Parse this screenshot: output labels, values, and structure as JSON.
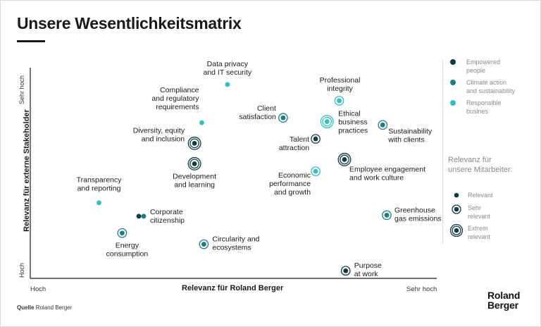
{
  "title": "Unsere Wesentlichkeitsmatrix",
  "source_label": "Quelle",
  "source_text": "Roland Berger",
  "logo_line1": "Roland",
  "logo_line2": "Berger",
  "colors": {
    "dark": "#0f3b45",
    "teal": "#1b7d83",
    "light": "#2fc1c1"
  },
  "legend": {
    "groups": [
      {
        "label_line1": "Empowered",
        "label_line2": "people",
        "color": "#0f3b45"
      },
      {
        "label_line1": "Climate action",
        "label_line2": "and sustainability",
        "color": "#1b7d83"
      },
      {
        "label_line1": "Responsible",
        "label_line2": "busines",
        "color": "#2fc1c1"
      }
    ],
    "relevance_title_line1": "Relevanz für",
    "relevance_title_line2": "unsere Mitarbeiter:",
    "relevance_levels": [
      {
        "label_line1": "Relevant",
        "label_line2": ""
      },
      {
        "label_line1": "Sehr",
        "label_line2": "relevant"
      },
      {
        "label_line1": "Extrem",
        "label_line2": "relevant"
      }
    ]
  },
  "chart_data": {
    "type": "scatter",
    "title": "Unsere Wesentlichkeitsmatrix",
    "xlabel": "Relevanz für Roland Berger",
    "ylabel": "Relevanz für externe Stakeholder",
    "x_tick_low": "Hoch",
    "x_tick_high": "Sehr hoch",
    "y_tick_low": "Hoch",
    "y_tick_high": "Sehr hoch",
    "xlim": [
      0,
      100
    ],
    "ylim": [
      0,
      100
    ],
    "grid": false,
    "legend_position": "right",
    "points": [
      {
        "name": "Data privacy and IT security",
        "lines": [
          "Data privacy",
          "and IT security"
        ],
        "x": 48.5,
        "y": 92,
        "group": "Responsible busines",
        "relevance": "Relevant"
      },
      {
        "name": "Professional integrity",
        "lines": [
          "Professional",
          "integrity"
        ],
        "x": 76,
        "y": 84.3,
        "group": "Responsible busines",
        "relevance": "Sehr relevant"
      },
      {
        "name": "Compliance and regulatory requirements",
        "lines": [
          "Compliance",
          "and regulatory",
          "requirements"
        ],
        "x": 42.2,
        "y": 73.9,
        "group": "Responsible busines",
        "relevance": "Relevant"
      },
      {
        "name": "Client satisfaction",
        "lines": [
          "Client",
          "satisfaction"
        ],
        "x": 62.2,
        "y": 76.2,
        "group": "Climate action and sustainability",
        "relevance": "Sehr relevant"
      },
      {
        "name": "Ethical business practices",
        "lines": [
          "Ethical",
          "business",
          "practices"
        ],
        "x": 73,
        "y": 74.4,
        "group": "Responsible busines",
        "relevance": "Extrem relevant"
      },
      {
        "name": "Sustainability with clients",
        "lines": [
          "Sustainability",
          "with clients"
        ],
        "x": 86.7,
        "y": 72.8,
        "group": "Climate action and sustainability",
        "relevance": "Sehr relevant"
      },
      {
        "name": "Diversity, equity and inclusion",
        "lines": [
          "Diversity, equity",
          "and inclusion"
        ],
        "x": 40.4,
        "y": 64.1,
        "group": "Empowered people",
        "relevance": "Extrem relevant"
      },
      {
        "name": "Talent attraction",
        "lines": [
          "Talent",
          "attraction"
        ],
        "x": 70.2,
        "y": 66.2,
        "group": "Empowered people",
        "relevance": "Sehr relevant"
      },
      {
        "name": "Development and learning",
        "lines": [
          "Development",
          "and learning"
        ],
        "x": 40.4,
        "y": 54.4,
        "group": "Empowered people",
        "relevance": "Extrem relevant"
      },
      {
        "name": "Employee engagement and work culture",
        "lines": [
          "Employee engagement",
          "and work culture"
        ],
        "x": 77.3,
        "y": 56.4,
        "group": "Empowered people",
        "relevance": "Extrem relevant"
      },
      {
        "name": "Economic performance and growth",
        "lines": [
          "Economic",
          "performance",
          "and growth"
        ],
        "x": 70.2,
        "y": 50.8,
        "group": "Responsible busines",
        "relevance": "Sehr relevant"
      },
      {
        "name": "Transparency and reporting",
        "lines": [
          "Transparency",
          "and reporting"
        ],
        "x": 16.9,
        "y": 35.9,
        "group": "Responsible busines",
        "relevance": "Relevant"
      },
      {
        "name": "Corporate citizenship (Empowered people)",
        "lines": [],
        "x": 26.7,
        "y": 29.5,
        "group": "Empowered people",
        "relevance": "Relevant"
      },
      {
        "name": "Corporate citizenship",
        "lines": [
          "Corporate",
          "citizenship"
        ],
        "x": 27.9,
        "y": 29.5,
        "group": "Climate action and sustainability",
        "relevance": "Relevant"
      },
      {
        "name": "Greenhouse gas emissions",
        "lines": [
          "Greenhouse",
          "gas emissions"
        ],
        "x": 87.7,
        "y": 30,
        "group": "Climate action and sustainability",
        "relevance": "Sehr relevant"
      },
      {
        "name": "Energy consumption",
        "lines": [
          "Energy",
          "consumption"
        ],
        "x": 22.6,
        "y": 21.5,
        "group": "Climate action and sustainability",
        "relevance": "Sehr relevant"
      },
      {
        "name": "Circularity and ecosystems",
        "lines": [
          "Circularity and",
          "ecosystems"
        ],
        "x": 42.7,
        "y": 16.2,
        "group": "Climate action and sustainability",
        "relevance": "Sehr relevant"
      },
      {
        "name": "Purpose at work",
        "lines": [
          "Purpose",
          "at work"
        ],
        "x": 77.6,
        "y": 3.6,
        "group": "Empowered people",
        "relevance": "Sehr relevant"
      }
    ]
  }
}
